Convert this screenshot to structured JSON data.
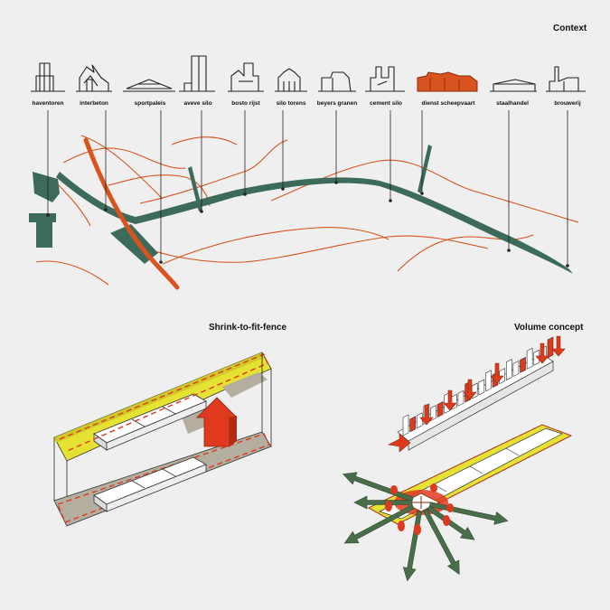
{
  "titles": {
    "context": "Context",
    "shrink": "Shrink-to-fit-fence",
    "volume": "Volume concept"
  },
  "buildings": [
    {
      "label": "haventoren",
      "icon": "haventoren-icon"
    },
    {
      "label": "interbeton",
      "icon": "interbeton-icon"
    },
    {
      "label": "sportpaleis",
      "icon": "sportpaleis-icon"
    },
    {
      "label": "aveve silo",
      "icon": "aveve-silo-icon"
    },
    {
      "label": "bosto rijst",
      "icon": "bosto-rijst-icon"
    },
    {
      "label": "silo torens",
      "icon": "silo-torens-icon"
    },
    {
      "label": "beyers granen",
      "icon": "beyers-granen-icon"
    },
    {
      "label": "cement silo",
      "icon": "cement-silo-icon"
    },
    {
      "label": "dienst scheepvaart",
      "icon": "dienst-scheepvaart-icon",
      "highlight": true
    },
    {
      "label": "staalhandel",
      "icon": "staalhandel-icon"
    },
    {
      "label": "brouwerij",
      "icon": "brouwerij-icon"
    }
  ],
  "colors": {
    "green": "#3d6b5a",
    "orange": "#d9531e",
    "red": "#e03a1e",
    "yellow": "#e6e233",
    "arrow_green": "#4a6e4a",
    "fill_grey": "#b3ae9f"
  }
}
